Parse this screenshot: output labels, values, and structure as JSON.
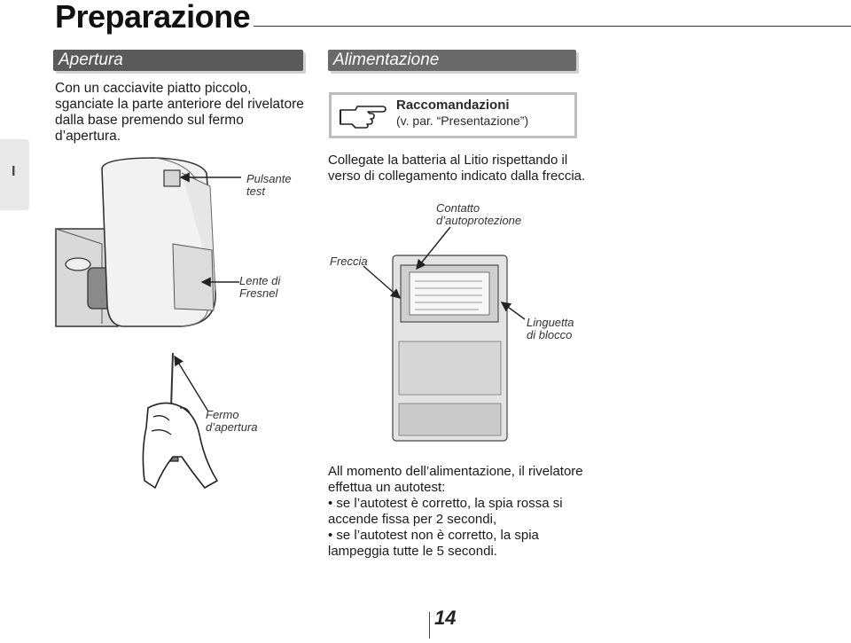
{
  "page": {
    "title": "Preparazione",
    "side_tab": "I",
    "page_number": "14"
  },
  "apertura": {
    "heading": "Apertura",
    "text": "Con un cacciavite piatto piccolo, sganciate la parte anteriore del rivelatore dalla base premendo sul fermo d’apertura.",
    "labels": {
      "pulsante": "Pulsante test",
      "lente": "Lente di Fresnel",
      "fermo": "Fermo d’apertura"
    }
  },
  "alimentazione": {
    "heading": "Alimentazione",
    "recommend_title": "Raccomandazioni",
    "recommend_ref": "(v. par. “Presentazione”)",
    "instruction": "Collegate la batteria al Litio rispettando il verso di collegamento indicato dalla freccia.",
    "labels": {
      "contatto": "Contatto d’autoprotezione",
      "freccia": "Freccia",
      "linguetta": "Linguetta di blocco"
    },
    "autotest_intro": "All momento dell’alimentazione, il rivelatore effettua un autotest:",
    "bullets": [
      "se l’autotest è corretto, la spia rossa si accende fissa per 2 secondi,",
      "se l’autotest non è corretto, la spia lampeggia tutte le 5 secondi."
    ]
  }
}
